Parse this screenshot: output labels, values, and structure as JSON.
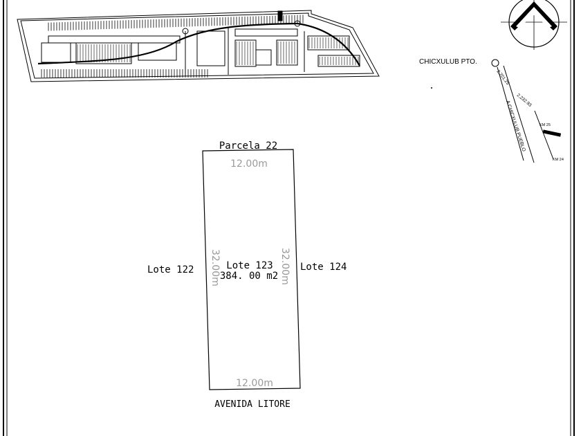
{
  "plan": {
    "north_label": "Parcela 22",
    "south_label": "AVENIDA LITORE",
    "west_label": "Lote 122",
    "east_label": "Lote 124",
    "lot_name": "Lote 123",
    "lot_area": "384. 00 m2",
    "top_dimension": "12.00m",
    "bottom_dimension": "12.00m",
    "left_dimension": "32.00m",
    "right_dimension": "32.00m"
  },
  "location": {
    "town_label": "CHICXULUB PTO.",
    "road_label": "A CHICXULUB PUEBLO",
    "coord_1": "2,201.25",
    "coord_2": "2,232.93",
    "km_upper": "KM 25",
    "km_lower": "KM 24"
  },
  "north_arrow": {
    "icon": "north-arrow-icon"
  },
  "subdivision": {
    "icon": "subdivision-plan-icon"
  }
}
